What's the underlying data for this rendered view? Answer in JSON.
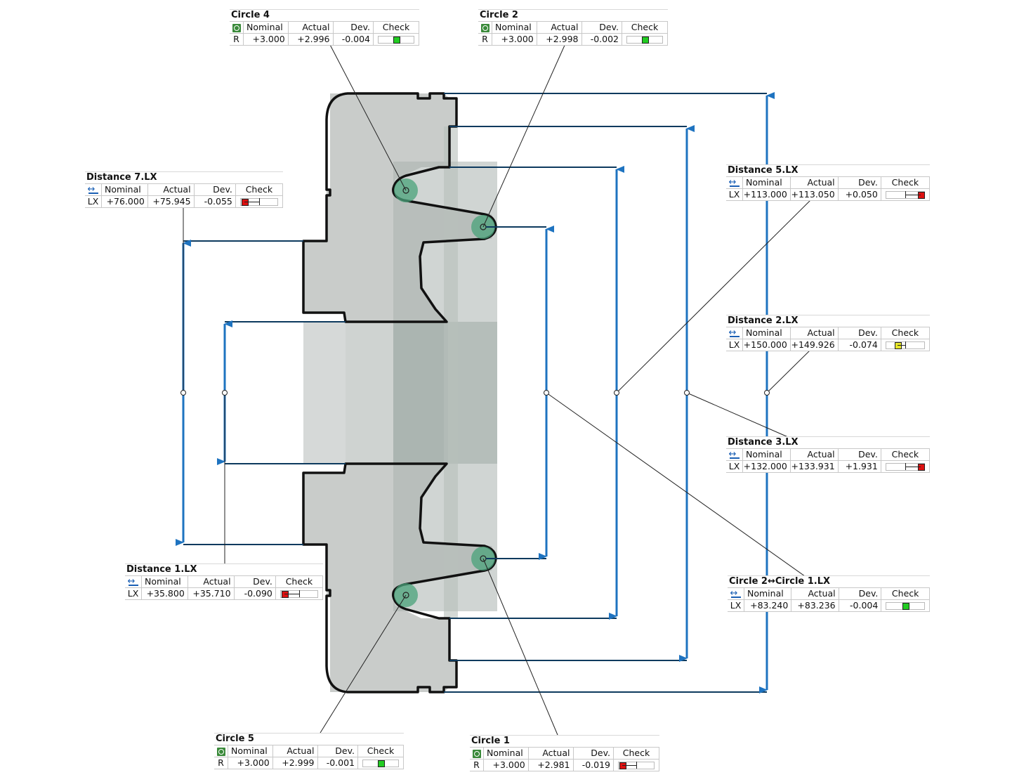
{
  "colors": {
    "ok": "#22cc22",
    "warn": "#e6e62a",
    "fail": "#dd1111",
    "dimension": "#1e73c0",
    "leader": "#222222",
    "part_fill": "#c9ccca",
    "fit_circle": "#4aa27a"
  },
  "headers": {
    "nominal": "Nominal",
    "actual": "Actual",
    "dev": "Dev.",
    "check": "Check"
  },
  "tables": {
    "circle4": {
      "title": "Circle 4",
      "icon": "circle-feature-icon",
      "axis": "R",
      "nominal": "+3.000",
      "actual": "+2.996",
      "dev": "-0.004",
      "status": "ok",
      "deviation_fraction": 0.0
    },
    "circle2": {
      "title": "Circle 2",
      "icon": "circle-feature-icon",
      "axis": "R",
      "nominal": "+3.000",
      "actual": "+2.998",
      "dev": "-0.002",
      "status": "ok",
      "deviation_fraction": 0.0
    },
    "dist7": {
      "title": "Distance 7.LX",
      "icon": "distance-icon",
      "axis": "LX",
      "nominal": "+76.000",
      "actual": "+75.945",
      "dev": "-0.055",
      "status": "fail",
      "deviation_fraction": -1.0
    },
    "dist5": {
      "title": "Distance 5.LX",
      "icon": "distance-icon",
      "axis": "LX",
      "nominal": "+113.000",
      "actual": "+113.050",
      "dev": "+0.050",
      "status": "fail",
      "deviation_fraction": 1.0
    },
    "dist2": {
      "title": "Distance 2.LX",
      "icon": "distance-icon",
      "axis": "LX",
      "nominal": "+150.000",
      "actual": "+149.926",
      "dev": "-0.074",
      "status": "warn",
      "deviation_fraction": -0.5
    },
    "dist3": {
      "title": "Distance 3.LX",
      "icon": "distance-icon",
      "axis": "LX",
      "nominal": "+132.000",
      "actual": "+133.931",
      "dev": "+1.931",
      "status": "fail",
      "deviation_fraction": 1.0
    },
    "dist1": {
      "title": "Distance 1.LX",
      "icon": "distance-icon",
      "axis": "LX",
      "nominal": "+35.800",
      "actual": "+35.710",
      "dev": "-0.090",
      "status": "fail",
      "deviation_fraction": -1.0
    },
    "c2c1": {
      "title": "Circle 2↔Circle 1.LX",
      "icon": "distance-icon",
      "axis": "LX",
      "nominal": "+83.240",
      "actual": "+83.236",
      "dev": "-0.004",
      "status": "ok",
      "deviation_fraction": 0.0
    },
    "circle5": {
      "title": "Circle 5",
      "icon": "circle-feature-icon",
      "axis": "R",
      "nominal": "+3.000",
      "actual": "+2.999",
      "dev": "-0.001",
      "status": "ok",
      "deviation_fraction": 0.0
    },
    "circle1": {
      "title": "Circle 1",
      "icon": "circle-feature-icon",
      "axis": "R",
      "nominal": "+3.000",
      "actual": "+2.981",
      "dev": "-0.019",
      "status": "fail",
      "deviation_fraction": -1.0
    }
  }
}
